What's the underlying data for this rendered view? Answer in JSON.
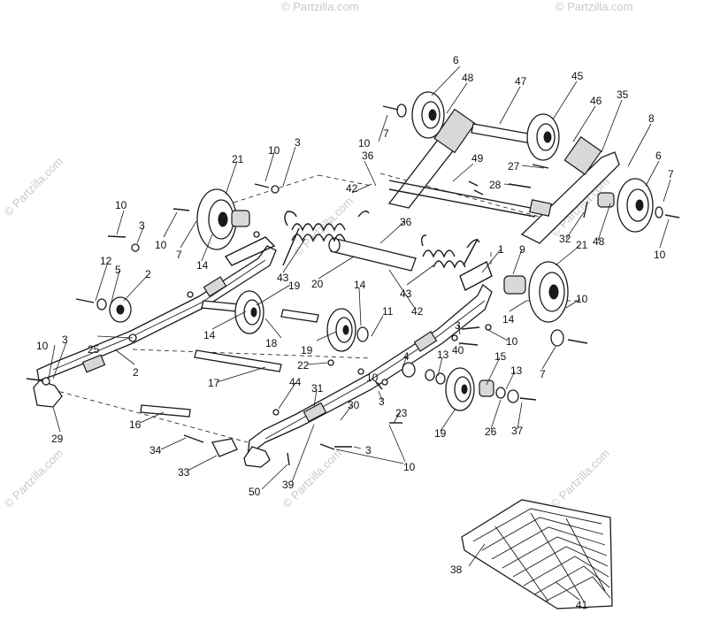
{
  "watermark": "© Partzilla.com",
  "callouts": [
    {
      "id": "c1",
      "label": "6"
    },
    {
      "id": "c2",
      "label": "48"
    },
    {
      "id": "c3",
      "label": "47"
    },
    {
      "id": "c4",
      "label": "45"
    },
    {
      "id": "c5",
      "label": "46"
    },
    {
      "id": "c6",
      "label": "35"
    },
    {
      "id": "c7",
      "label": "8"
    },
    {
      "id": "c8",
      "label": "10"
    },
    {
      "id": "c9",
      "label": "7"
    },
    {
      "id": "c10",
      "label": "36"
    },
    {
      "id": "c11",
      "label": "49"
    },
    {
      "id": "c12",
      "label": "27"
    },
    {
      "id": "c13",
      "label": "28"
    },
    {
      "id": "c14",
      "label": "6"
    },
    {
      "id": "c15",
      "label": "7"
    },
    {
      "id": "c16",
      "label": "10"
    },
    {
      "id": "c17",
      "label": "3"
    },
    {
      "id": "c18",
      "label": "21"
    },
    {
      "id": "c19",
      "label": "42"
    },
    {
      "id": "c20",
      "label": "36"
    },
    {
      "id": "c21",
      "label": "32"
    },
    {
      "id": "c22",
      "label": "21"
    },
    {
      "id": "c23",
      "label": "48"
    },
    {
      "id": "c24",
      "label": "10"
    },
    {
      "id": "c25",
      "label": "10"
    },
    {
      "id": "c26",
      "label": "3"
    },
    {
      "id": "c27",
      "label": "10"
    },
    {
      "id": "c28",
      "label": "7"
    },
    {
      "id": "c29",
      "label": "14"
    },
    {
      "id": "c30",
      "label": "43"
    },
    {
      "id": "c31",
      "label": "20"
    },
    {
      "id": "c32",
      "label": "43"
    },
    {
      "id": "c33",
      "label": "1"
    },
    {
      "id": "c34",
      "label": "9"
    },
    {
      "id": "c35",
      "label": "12"
    },
    {
      "id": "c36",
      "label": "5"
    },
    {
      "id": "c37",
      "label": "2"
    },
    {
      "id": "c38",
      "label": "19"
    },
    {
      "id": "c39",
      "label": "14"
    },
    {
      "id": "c40",
      "label": "42"
    },
    {
      "id": "c41",
      "label": "14"
    },
    {
      "id": "c42",
      "label": "10"
    },
    {
      "id": "c43",
      "label": "14"
    },
    {
      "id": "c44",
      "label": "11"
    },
    {
      "id": "c45",
      "label": "25"
    },
    {
      "id": "c46",
      "label": "18"
    },
    {
      "id": "c47",
      "label": "19"
    },
    {
      "id": "c48",
      "label": "3"
    },
    {
      "id": "c49",
      "label": "10"
    },
    {
      "id": "c50",
      "label": "40"
    },
    {
      "id": "c51",
      "label": "10"
    },
    {
      "id": "c52",
      "label": "3"
    },
    {
      "id": "c53",
      "label": "2"
    },
    {
      "id": "c54",
      "label": "22"
    },
    {
      "id": "c55",
      "label": "7"
    },
    {
      "id": "c56",
      "label": "4"
    },
    {
      "id": "c57",
      "label": "13"
    },
    {
      "id": "c58",
      "label": "15"
    },
    {
      "id": "c59",
      "label": "17"
    },
    {
      "id": "c60",
      "label": "10"
    },
    {
      "id": "c61",
      "label": "13"
    },
    {
      "id": "c62",
      "label": "44"
    },
    {
      "id": "c63",
      "label": "31"
    },
    {
      "id": "c64",
      "label": "3"
    },
    {
      "id": "c65",
      "label": "29"
    },
    {
      "id": "c66",
      "label": "16"
    },
    {
      "id": "c67",
      "label": "30"
    },
    {
      "id": "c68",
      "label": "23"
    },
    {
      "id": "c69",
      "label": "19"
    },
    {
      "id": "c70",
      "label": "26"
    },
    {
      "id": "c71",
      "label": "37"
    },
    {
      "id": "c72",
      "label": "34"
    },
    {
      "id": "c73",
      "label": "3"
    },
    {
      "id": "c74",
      "label": "33"
    },
    {
      "id": "c75",
      "label": "10"
    },
    {
      "id": "c76",
      "label": "50"
    },
    {
      "id": "c77",
      "label": "39"
    },
    {
      "id": "c78",
      "label": "38"
    },
    {
      "id": "c79",
      "label": "41"
    }
  ]
}
